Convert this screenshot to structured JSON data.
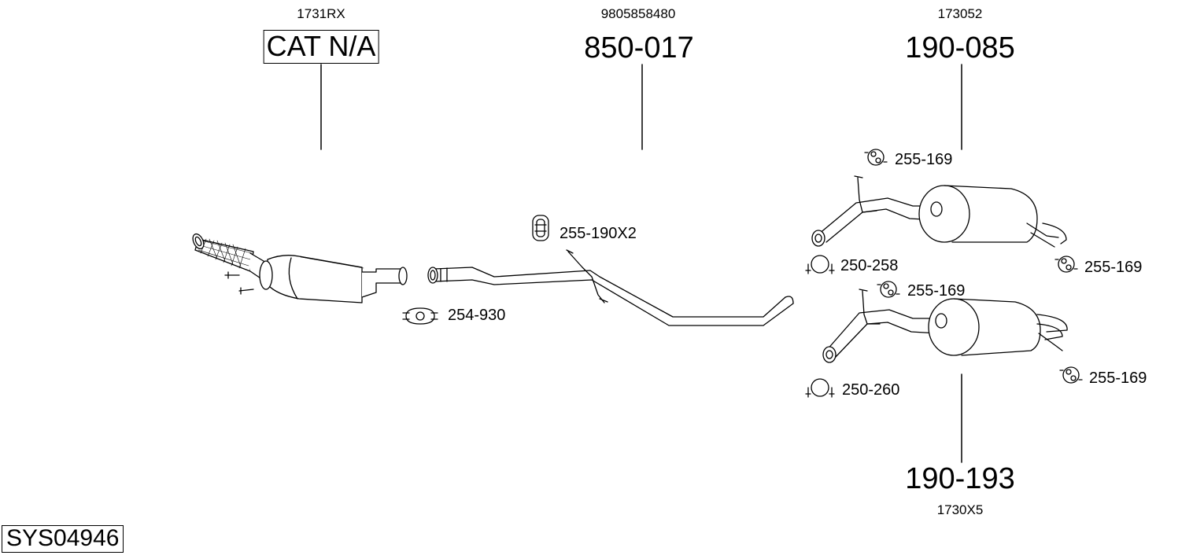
{
  "diagram": {
    "system_id": "SYS04946",
    "parts": [
      {
        "id": "cat",
        "oem": "1731RX",
        "part": "CAT N/A",
        "boxed": true
      },
      {
        "id": "mid",
        "oem": "9805858480",
        "part": "850-017",
        "boxed": false
      },
      {
        "id": "rear1",
        "oem": "173052",
        "part": "190-085",
        "boxed": false
      },
      {
        "id": "rear2",
        "oem": "1730X5",
        "part": "190-193",
        "boxed": false
      }
    ],
    "accessories": [
      {
        "id": "a1",
        "part": "254-930",
        "icon": "clamp-icon"
      },
      {
        "id": "a2",
        "part": "255-190X2",
        "icon": "rubber-hanger-icon"
      },
      {
        "id": "a3",
        "part": "255-169",
        "icon": "rubber-mount-icon"
      },
      {
        "id": "a4",
        "part": "250-258",
        "icon": "u-clamp-icon"
      },
      {
        "id": "a5",
        "part": "255-169",
        "icon": "rubber-mount-icon"
      },
      {
        "id": "a6",
        "part": "255-169",
        "icon": "rubber-mount-icon"
      },
      {
        "id": "a7",
        "part": "250-260",
        "icon": "u-clamp-icon"
      },
      {
        "id": "a8",
        "part": "255-169",
        "icon": "rubber-mount-icon"
      }
    ]
  }
}
